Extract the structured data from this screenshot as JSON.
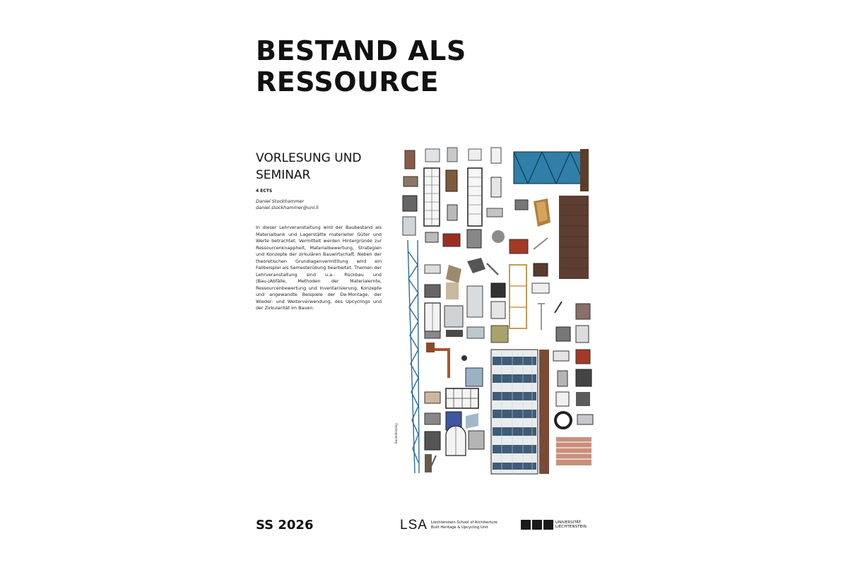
{
  "poster": {
    "title_line1": "BESTAND ALS",
    "title_line2": "RESSOURCE",
    "subtitle_line1": "VORLESUNG UND",
    "subtitle_line2": "SEMINAR",
    "ects": "4 ECTS",
    "author_name": "Daniel Stockhammer",
    "author_email": "daniel.stockhammer@uni.li",
    "description": "In dieser Lehrveranstaltung wird der Baubestand als Materialbank und Lagerstätte materieller Güter und Werte betrachtet. Vermittelt werden Hintergründe zur Ressourcenknappheit, Materialbewertung, Strategien und Konzepte der zirkulären Bauwirtschaft. Neben der theoretischen Grundlagenvermittlung wird ein Fallbeispiel als Semesterübung bearbeitet. Themen der Lehrveranstaltung sind u.a.: Rückbau und (Bau-)Abfälle, Methoden der Materialernte, Ressourcenbewertung und Inventarisierung, Konzepte und angewandte Beispiele der De-Montage, der Wieder- und Weiterverwendung, des Upcyclings und der Zirkularität im Bauen.",
    "image_credit": "Bauteilkatalog",
    "semester": "SS 2026"
  },
  "footer": {
    "lsa_mark": "LSA",
    "lsa_line1": "Liechtenstein School of Architecture",
    "lsa_line2": "Built Heritage & Upcycling Unit",
    "uni_line1": "UNIVERSITÄT",
    "uni_line2": "LIECHTENSTEIN"
  }
}
